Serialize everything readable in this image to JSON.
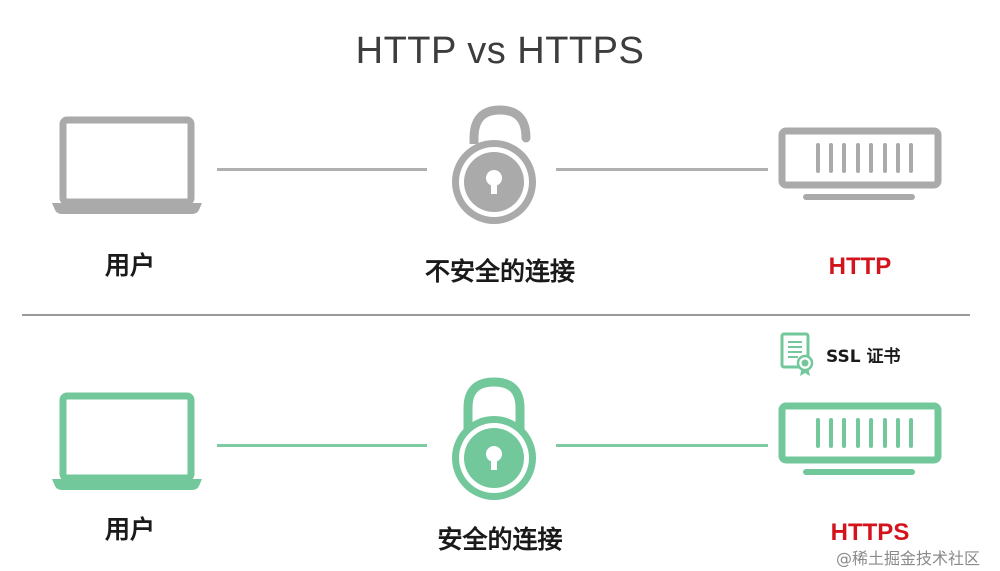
{
  "title": "HTTP vs HTTPS",
  "colors": {
    "insecure_gray": "#aaaaaa",
    "secure_green": "#72c79b",
    "protocol_red": "#d3141c",
    "divider": "#9a9a9a",
    "text": "#1a1a1a"
  },
  "http_row": {
    "client_label": "用户",
    "connection_label": "不安全的连接",
    "server_label": "HTTP",
    "client_icon": "laptop-icon",
    "connection_icon": "unlocked-padlock-icon",
    "server_icon": "server-icon"
  },
  "https_row": {
    "client_label": "用户",
    "connection_label": "安全的连接",
    "server_label": "HTTPS",
    "certificate_label": "SSL 证书",
    "client_icon": "laptop-icon",
    "connection_icon": "locked-padlock-icon",
    "server_icon": "server-icon",
    "certificate_icon": "certificate-icon"
  },
  "watermark": "@稀土掘金技术社区"
}
